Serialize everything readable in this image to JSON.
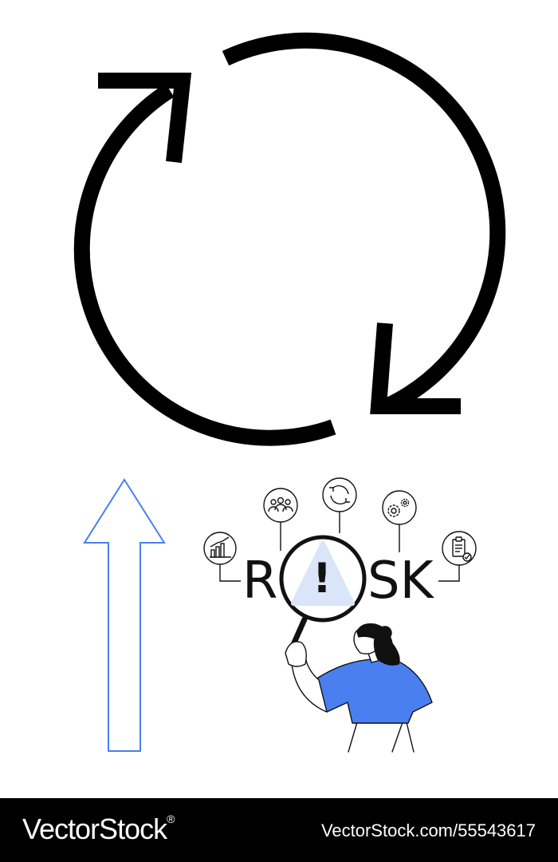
{
  "illustration": {
    "word_letters": [
      "R",
      "SK"
    ],
    "alert_symbol": "!",
    "icons": [
      "bar-chart-icon",
      "team-icon",
      "refresh-icon",
      "gears-icon",
      "checklist-icon",
      "magnifying-glass-icon",
      "warning-triangle-icon",
      "up-arrow-icon",
      "cycle-arrows-icon"
    ],
    "colors": {
      "accent_blue": "#4a7ff0",
      "light_blue": "#dbe5fa",
      "ink": "#111111"
    }
  },
  "footer": {
    "brand": "VectorStock",
    "registered": "®",
    "id_text": "VectorStock.com/55543617"
  }
}
